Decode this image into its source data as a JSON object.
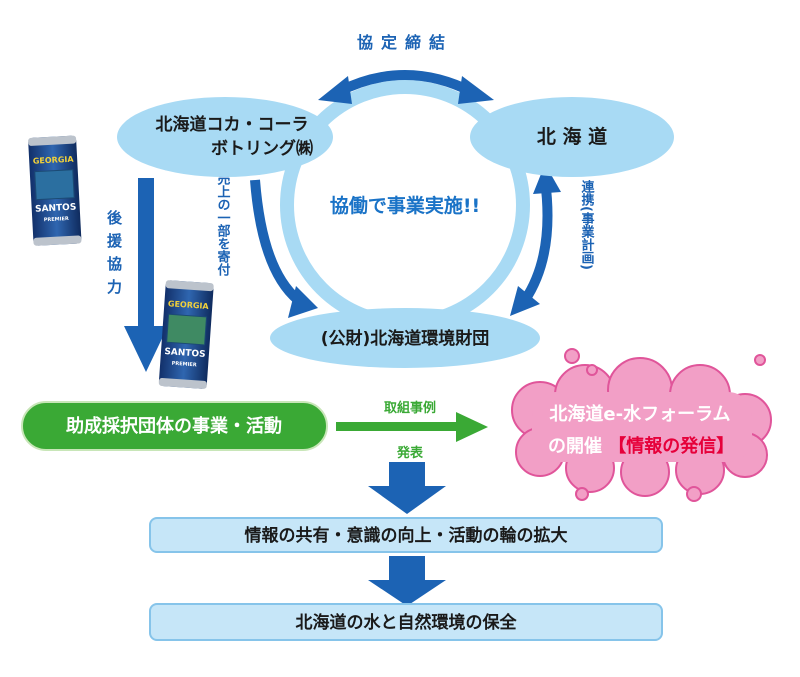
{
  "nodes": {
    "coca_cola": {
      "line1": "北海道コカ・コーラ",
      "line2": "ボトリング㈱"
    },
    "hokkaido": {
      "label": "北 海 道"
    },
    "foundation": {
      "label": "(公財)北海道環境財団"
    },
    "center": {
      "label": "協働で事業実施!!"
    },
    "grantees": {
      "label": "助成採択団体の事業・活動"
    },
    "forum": {
      "line1": "北海道e-水フォーラム",
      "line2_prefix": "の開催",
      "line2_highlight": "【情報の発信】"
    },
    "outcome_1": {
      "label": "情報の共有・意識の向上・活動の輪の拡大"
    },
    "outcome_2": {
      "label": "北海道の水と自然環境の保全"
    }
  },
  "edges": {
    "agreement": {
      "label": "協定締結"
    },
    "donation": {
      "label": "売上の一部を寄付"
    },
    "cooperation": {
      "label": "連携(事業計画)"
    },
    "support": {
      "label": "後援協力"
    },
    "case_top": {
      "label": "取組事例"
    },
    "case_bottom": {
      "label": "発表"
    }
  },
  "product": {
    "brand": "GEORGIA",
    "name": "SANTOS",
    "sub": "PREMIER"
  },
  "colors": {
    "ellipse": "#a8daf4",
    "ring": "#a8daf4",
    "arrow_blue": "#1c63b4",
    "green": "#3aa935",
    "pink": "#f29fc6",
    "highlight_red": "#e6003a",
    "box_bg": "#c6e6f8",
    "center_text": "#1a73c7"
  }
}
